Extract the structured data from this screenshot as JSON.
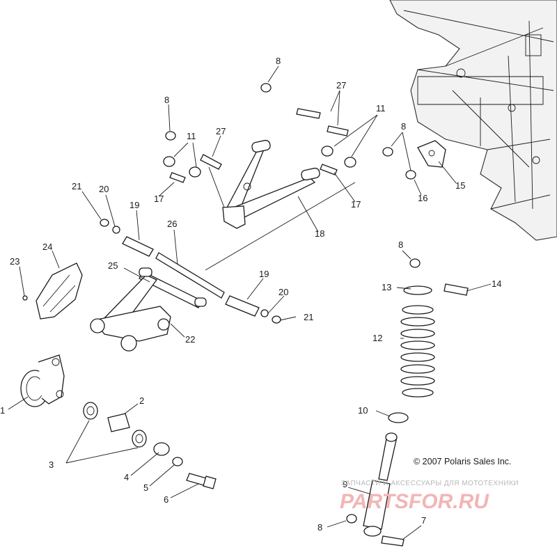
{
  "callouts": [
    {
      "id": "c1",
      "text": "1"
    },
    {
      "id": "c2",
      "text": "2"
    },
    {
      "id": "c3",
      "text": "3"
    },
    {
      "id": "c4",
      "text": "4"
    },
    {
      "id": "c5",
      "text": "5"
    },
    {
      "id": "c6",
      "text": "6"
    },
    {
      "id": "c7",
      "text": "7"
    },
    {
      "id": "c8a",
      "text": "8"
    },
    {
      "id": "c8b",
      "text": "8"
    },
    {
      "id": "c8c",
      "text": "8"
    },
    {
      "id": "c8d",
      "text": "8"
    },
    {
      "id": "c8e",
      "text": "8"
    },
    {
      "id": "c9",
      "text": "9"
    },
    {
      "id": "c10",
      "text": "10"
    },
    {
      "id": "c11a",
      "text": "11"
    },
    {
      "id": "c11b",
      "text": "11"
    },
    {
      "id": "c12",
      "text": "12"
    },
    {
      "id": "c13",
      "text": "13"
    },
    {
      "id": "c14",
      "text": "14"
    },
    {
      "id": "c15",
      "text": "15"
    },
    {
      "id": "c16",
      "text": "16"
    },
    {
      "id": "c17a",
      "text": "17"
    },
    {
      "id": "c17b",
      "text": "17"
    },
    {
      "id": "c18",
      "text": "18"
    },
    {
      "id": "c19a",
      "text": "19"
    },
    {
      "id": "c19b",
      "text": "19"
    },
    {
      "id": "c20a",
      "text": "20"
    },
    {
      "id": "c20b",
      "text": "20"
    },
    {
      "id": "c21a",
      "text": "21"
    },
    {
      "id": "c21b",
      "text": "21"
    },
    {
      "id": "c22",
      "text": "22"
    },
    {
      "id": "c23",
      "text": "23"
    },
    {
      "id": "c24",
      "text": "24"
    },
    {
      "id": "c25",
      "text": "25"
    },
    {
      "id": "c26",
      "text": "26"
    },
    {
      "id": "c27a",
      "text": "27"
    },
    {
      "id": "c27b",
      "text": "27"
    }
  ],
  "copyright": "© 2007 Polaris Sales Inc.",
  "watermark": {
    "tagline": "ЗАПЧАСТИ И АКСЕССУАРЫ ДЛЯ МОТОТЕХНИКИ",
    "brand": "PARTSFOR.RU"
  }
}
